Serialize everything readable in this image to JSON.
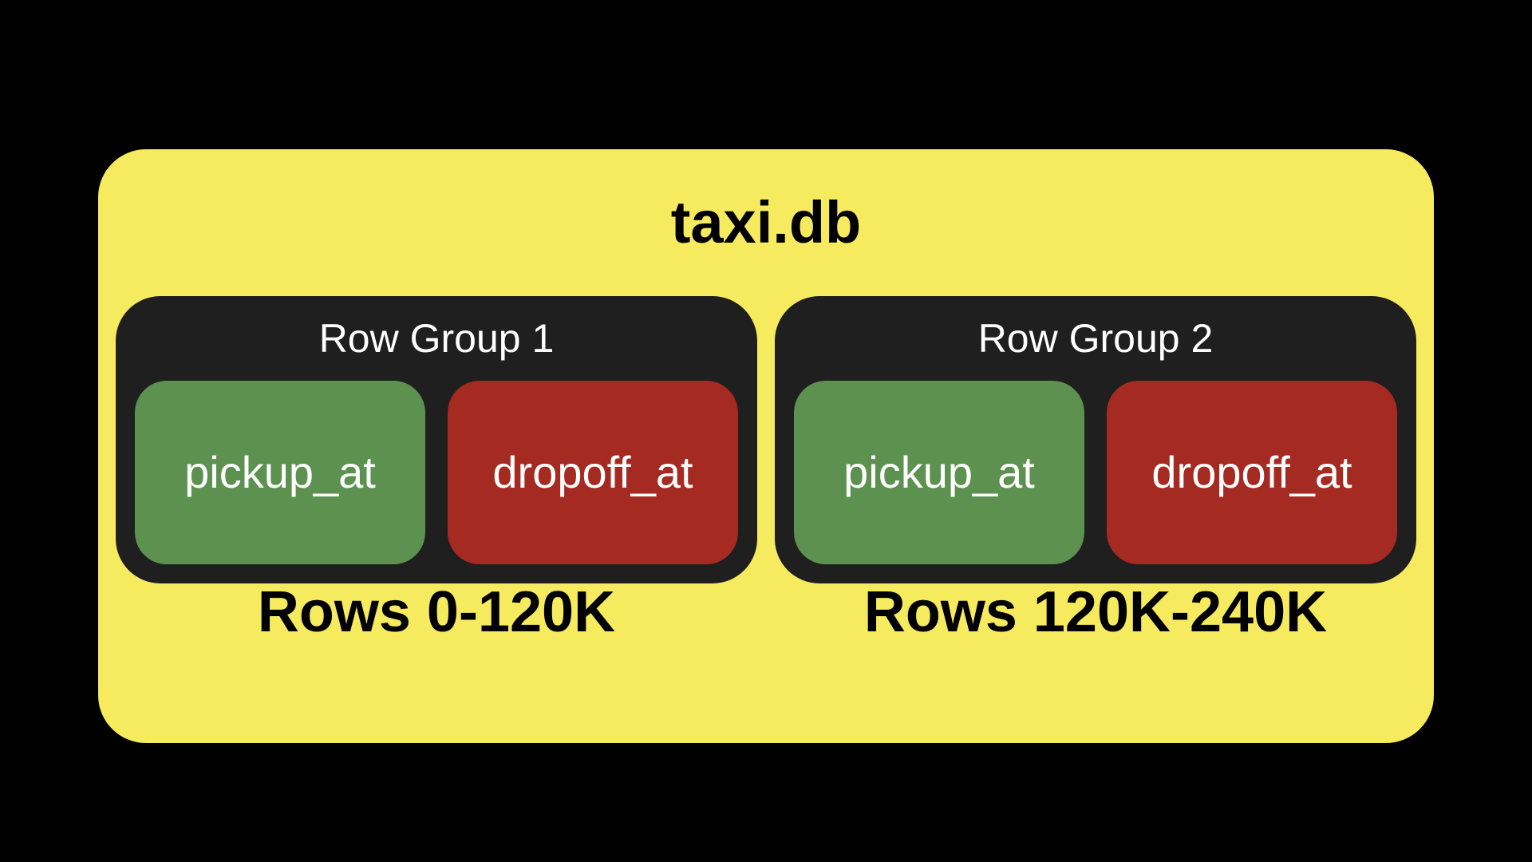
{
  "diagram": {
    "colors": {
      "page-bg": "#000000",
      "file-bg": "#F6EA5F",
      "group-bg": "#1F1F1F",
      "pickup-bg": "#5C9150",
      "dropoff-bg": "#A52A22",
      "dark-text": "#000000",
      "light-text": "#FFFFFF"
    },
    "file": {
      "title": "taxi.db"
    },
    "row_groups": [
      {
        "label": "Row Group 1",
        "columns": [
          {
            "name": "pickup_at",
            "kind": "pickup"
          },
          {
            "name": "dropoff_at",
            "kind": "dropoff"
          }
        ],
        "rows_range_label": "Rows 0-120K"
      },
      {
        "label": "Row Group 2",
        "columns": [
          {
            "name": "pickup_at",
            "kind": "pickup"
          },
          {
            "name": "dropoff_at",
            "kind": "dropoff"
          }
        ],
        "rows_range_label": "Rows 120K-240K"
      }
    ]
  }
}
